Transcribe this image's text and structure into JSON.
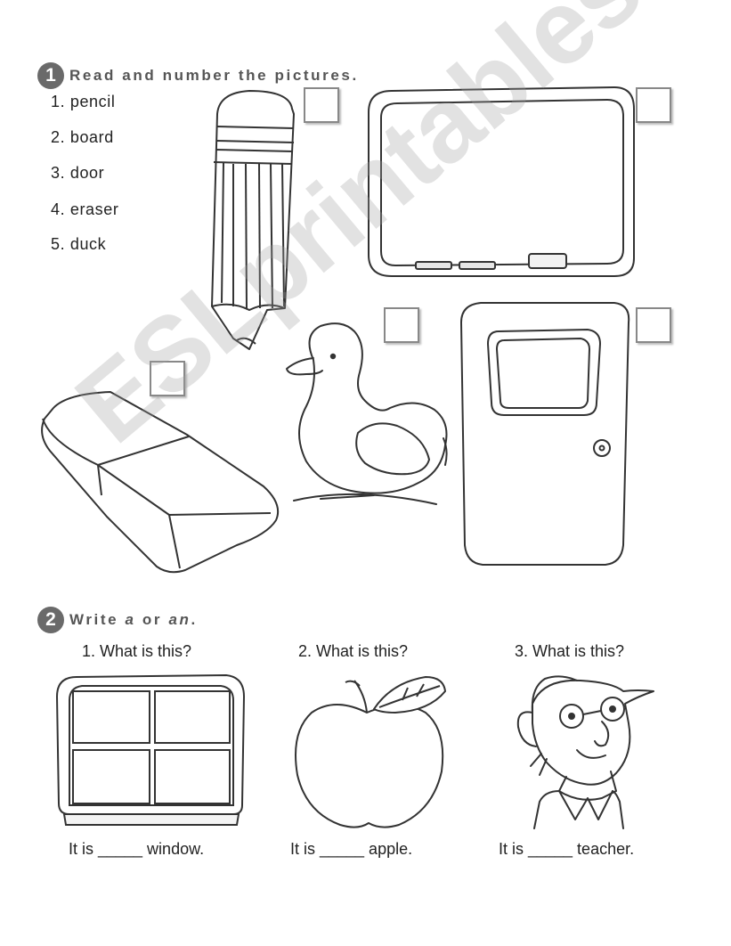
{
  "section1": {
    "number": "1",
    "title": "Read and number the pictures.",
    "words": [
      {
        "num": "1.",
        "text": "pencil"
      },
      {
        "num": "2.",
        "text": "board"
      },
      {
        "num": "3.",
        "text": "door"
      },
      {
        "num": "4.",
        "text": "eraser"
      },
      {
        "num": "5.",
        "text": "duck"
      }
    ]
  },
  "section2": {
    "number": "2",
    "title_pre": "Write ",
    "title_a": "a",
    "title_mid": " or ",
    "title_an": "an",
    "title_end": ".",
    "items": [
      {
        "question": "1.  What is this?",
        "answer": "It is _____ window.",
        "icon": "window-icon"
      },
      {
        "question": "2.  What is this?",
        "answer": "It is _____ apple.",
        "icon": "apple-icon"
      },
      {
        "question": "3.  What is this?",
        "answer": "It is _____ teacher.",
        "icon": "teacher-icon"
      }
    ]
  },
  "watermark": "ESLprintables.com"
}
